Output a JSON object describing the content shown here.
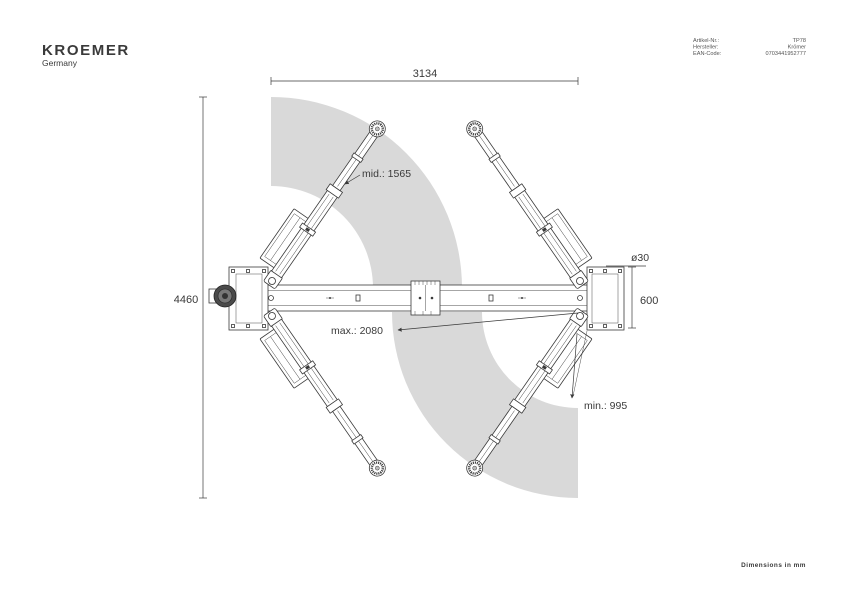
{
  "brand": {
    "name": "KROEMER",
    "country": "Germany"
  },
  "info": {
    "article_label": "Artikel-Nr.:",
    "article_value": "TP78",
    "manufacturer_label": "Hersteller:",
    "manufacturer_value": "Krömer",
    "ean_label": "EAN-Code:",
    "ean_value": "0703441952777"
  },
  "dimensions": {
    "overall_width": "3134",
    "overall_length": "4460",
    "mid_reach": "mid.: 1565",
    "pin_diameter": "ø30",
    "column_depth": "600",
    "max_reach": "max.: 2080",
    "min_reach": "min.: 995"
  },
  "footer": {
    "units_note": "Dimensions in mm"
  },
  "colors": {
    "swept_area": "#d9d9d9",
    "line": "#3a3a3a",
    "motor": "#4a4a4a"
  }
}
